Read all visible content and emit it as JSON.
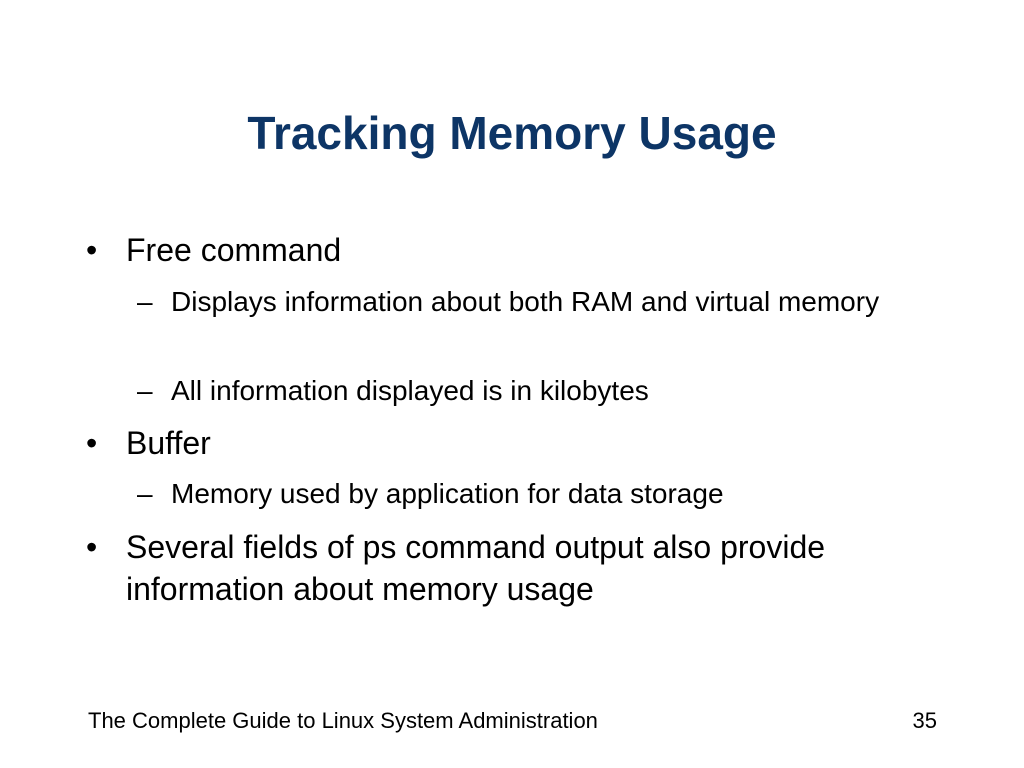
{
  "slide": {
    "title": "Tracking Memory Usage",
    "bullets": [
      {
        "text": "Free command",
        "sub": [
          "Displays information about both RAM and virtual memory",
          "All information displayed is in kilobytes"
        ]
      },
      {
        "text": "Buffer",
        "sub": [
          "Memory used by application for data storage"
        ]
      },
      {
        "text": "Several fields of ps command output also provide information about memory usage",
        "sub": []
      }
    ],
    "bullet_mark": "•",
    "sub_mark": "–",
    "footer": {
      "left": "The Complete Guide to Linux System Administration",
      "page_number": "35"
    },
    "colors": {
      "title": "#0d3566",
      "text": "#000000",
      "background": "#ffffff"
    }
  }
}
